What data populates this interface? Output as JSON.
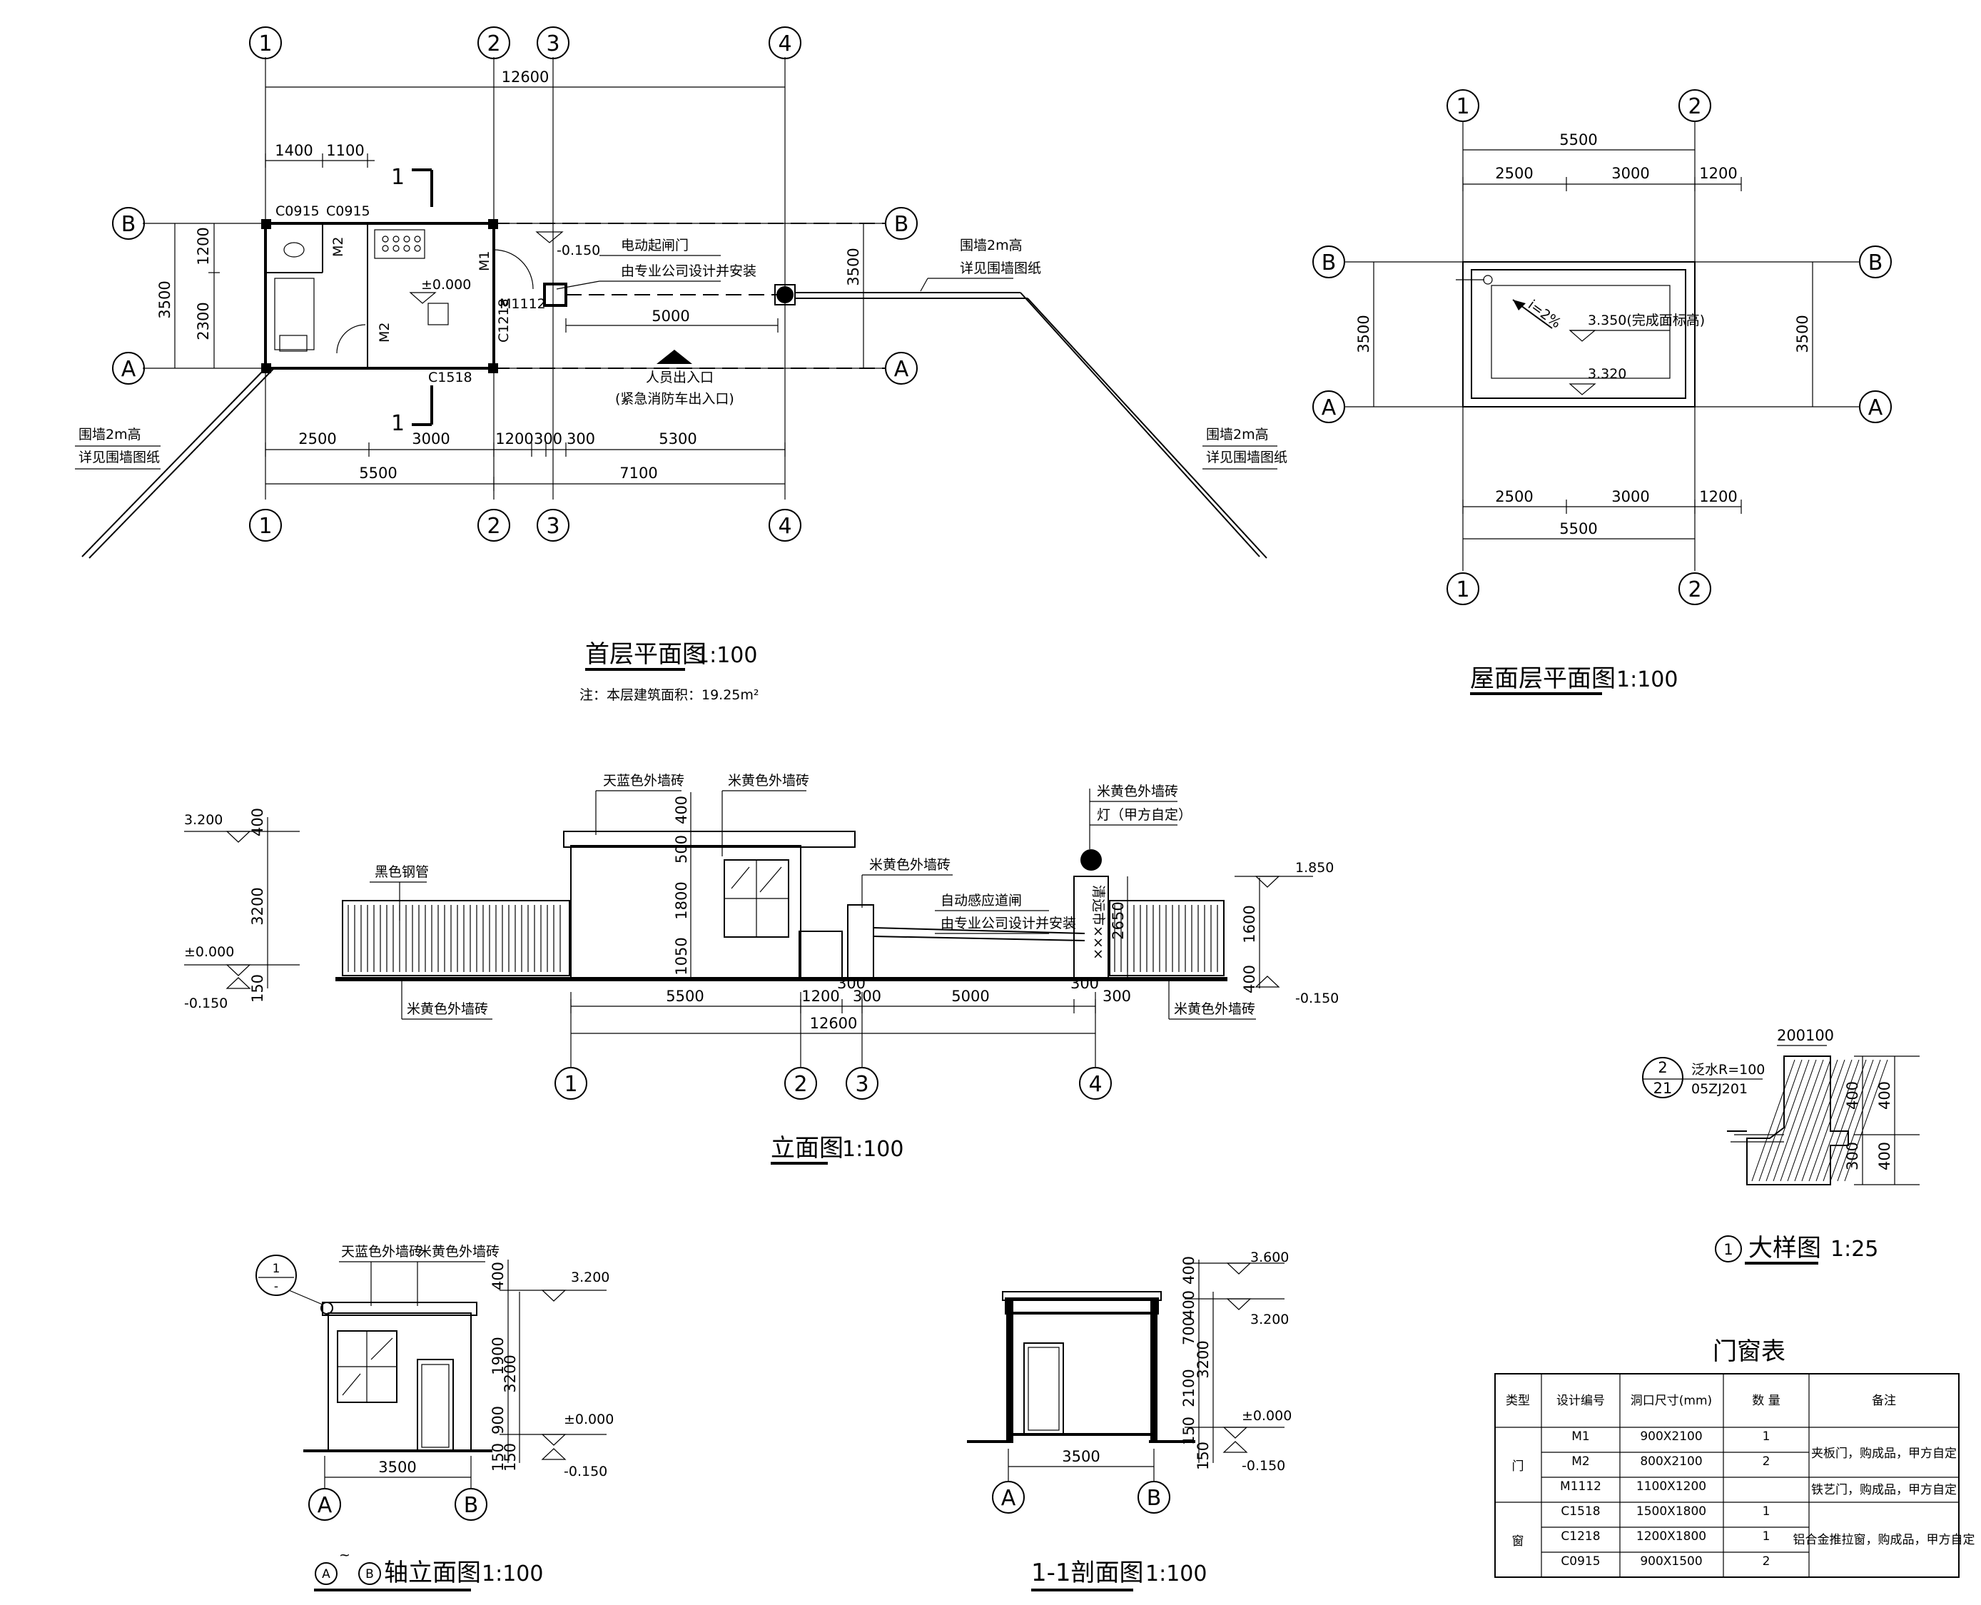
{
  "ground_plan": {
    "title": "首层平面图",
    "scale": "1:100",
    "note": "注：本层建筑面积：19.25m²",
    "axes_top": [
      "1",
      "2",
      "3",
      "4"
    ],
    "axes_side": [
      "B",
      "A"
    ],
    "dims": {
      "total": "12600",
      "d1400": "1400",
      "d1100": "1100",
      "d3500": "3500",
      "d1200": "1200",
      "d2300": "2300",
      "b2500": "2500",
      "b3000": "3000",
      "b1200": "1200",
      "b300a": "300",
      "b300b": "300",
      "b5300": "5300",
      "b5500": "5500",
      "b7100": "7100",
      "gate5000": "5000",
      "right3500": "3500"
    },
    "labels": {
      "c0915a": "C0915",
      "c0915b": "C0915",
      "m2a": "M2",
      "m2b": "M2",
      "m1": "M1",
      "m1112": "M1112",
      "c1218": "C1218",
      "c1518": "C1518",
      "elev0": "±0.000",
      "elev150": "-0.150",
      "gate": "电动起闸门",
      "gate2": "由专业公司设计并安装",
      "entry": "人员出入口",
      "entry2": "(紧急消防车出入口)",
      "wall_l1": "围墙2m高",
      "wall_l2": "详见围墙图纸",
      "wall_r1": "围墙2m高",
      "wall_r2": "详见围墙图纸",
      "wall_t1": "围墙2m高",
      "wall_t2": "详见围墙图纸",
      "sec_a": "1",
      "sec_b": "1"
    }
  },
  "roof_plan": {
    "title": "屋面层平面图",
    "scale": "1:100",
    "axes": [
      "1",
      "2"
    ],
    "axes_side": [
      "B",
      "A"
    ],
    "dims": {
      "top5500": "5500",
      "t2500": "2500",
      "t3000": "3000",
      "t1200": "1200",
      "b2500": "2500",
      "b3000": "3000",
      "b1200": "1200",
      "b5500": "5500",
      "l3500": "3500",
      "r3500": "3500"
    },
    "slope": "i=2%",
    "elev1": "3.350(完成面标高)",
    "elev2": "3.320"
  },
  "elevation": {
    "title": "立面图",
    "scale": "1:100",
    "axes": [
      "1",
      "2",
      "3",
      "4"
    ],
    "dims": {
      "d400": "400",
      "d500": "500",
      "d1800": "1800",
      "d1050": "1050",
      "d3200": "3200",
      "d150": "150",
      "d2650": "2650",
      "d1600": "1600",
      "d400b": "400",
      "h5500": "5500",
      "h1200": "1200",
      "h300": "300",
      "h5000": "5000",
      "h300b": "300",
      "h300c": "300",
      "h300d": "300",
      "total": "12600"
    },
    "elevs": {
      "e3200": "3.200",
      "e0": "±0.000",
      "em150": "-0.150",
      "e1850": "1.850",
      "em150b": "-0.150"
    },
    "labels": {
      "blue": "天蓝色外墙砖",
      "yellow": "米黄色外墙砖",
      "pipe": "黑色钢管",
      "yellow2": "米黄色外墙砖",
      "yellow3": "米黄色外墙砖",
      "lamp": "灯（甲方自定）",
      "yellow4": "米黄色外墙砖",
      "yellow5": "米黄色外墙砖",
      "barrier": "自动感应道闸",
      "barrier2": "由专业公司设计并安装",
      "sign": "清远市×××"
    }
  },
  "side_elev": {
    "title": "轴立面图",
    "axis_a": "A",
    "axis_b": "B",
    "tilde": "~",
    "scale": "1:100",
    "labels": {
      "blue": "天蓝色外墙砖",
      "yellow": "米黄色外墙砖",
      "ref_top": "1",
      "ref_bot": "-"
    },
    "dims": {
      "d400": "400",
      "d1900": "1900",
      "d900": "900",
      "d3200": "3200",
      "d150": "150",
      "d150b": "150",
      "w3500": "3500"
    },
    "elevs": {
      "e3200": "3.200",
      "e0": "±0.000",
      "em150": "-0.150"
    }
  },
  "section": {
    "title": "1-1剖面图",
    "scale": "1:100",
    "dims": {
      "d400": "400",
      "d400b": "400",
      "d700": "700",
      "d2100": "2100",
      "d3200": "3200",
      "d150": "150",
      "d150b": "150",
      "w3500": "3500"
    },
    "elevs": {
      "e3600": "3.600",
      "e3200": "3.200",
      "e0": "±0.000",
      "em150": "-0.150"
    }
  },
  "detail": {
    "title": "大样图",
    "num": "1",
    "scale": "1:25",
    "ref_top": "2",
    "ref_bot": "21",
    "note": "泛水R=100",
    "std": "05ZJ201",
    "dims": {
      "d200": "200",
      "d100": "100",
      "d400a": "400",
      "d400b": "400",
      "d300": "300",
      "d400c": "400"
    }
  },
  "schedule": {
    "title": "门窗表",
    "headers": [
      "类型",
      "设计编号",
      "洞口尺寸(mm)",
      "数 量",
      "备注"
    ],
    "rows": [
      [
        "M1",
        "900X2100",
        "1"
      ],
      [
        "M2",
        "800X2100",
        "2"
      ],
      [
        "M1112",
        "1100X1200",
        ""
      ],
      [
        "C1518",
        "1500X1800",
        "1"
      ],
      [
        "C1218",
        "1200X1800",
        "1"
      ],
      [
        "C0915",
        "900X1500",
        "2"
      ]
    ],
    "type_door": "门",
    "type_window": "窗",
    "note_door1": "夹板门，购成品，甲方自定",
    "note_door2": "铁艺门，购成品，甲方自定",
    "note_win": "铝合金推拉窗，购成品，甲方自定"
  }
}
